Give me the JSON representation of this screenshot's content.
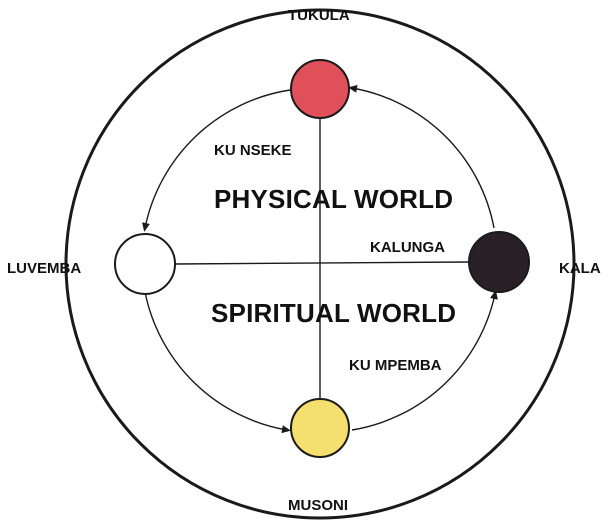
{
  "labels": {
    "top": "TUKULA",
    "bottom": "MUSONI",
    "left": "LUVEMBA",
    "right": "KALA",
    "upper_arc": "KU NSEKE",
    "lower_arc": "KU MPEMBA",
    "horizontal_line": "KALUNGA",
    "upper_half": "PHYSICAL WORLD",
    "lower_half": "SPIRITUAL WORLD"
  },
  "colors": {
    "top_circle": "#e0505a",
    "bottom_circle": "#f5df6e",
    "left_circle": "#ffffff",
    "right_circle": "#2a2028",
    "stroke": "#1a1a1a"
  }
}
